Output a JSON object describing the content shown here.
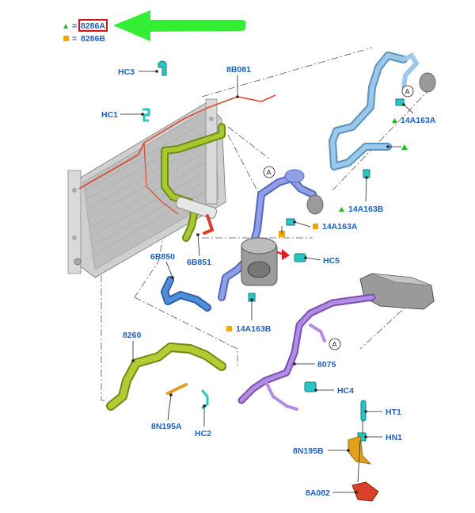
{
  "legend": {
    "items": [
      {
        "symbol": "triangle",
        "equals": "=",
        "code": "8286A",
        "highlighted": true
      },
      {
        "symbol": "square",
        "equals": "=",
        "code": "8286B",
        "highlighted": false
      }
    ]
  },
  "colors": {
    "label": "#1f5fbf",
    "triangle": "#22bb22",
    "square": "#f5a500",
    "arrow": "#33ee33",
    "highlight": "#dd1111",
    "radiator": "#c8c8c8",
    "hose_green": "#9ab82a",
    "hose_lightblue": "#8cc0e6",
    "hose_blue": "#7f92dc",
    "hose_darkblue": "#3f7fd0",
    "hose_purple": "#a27ad6",
    "wire_red": "#d84a2a",
    "clip_teal": "#29c4c4",
    "bracket_orange": "#e3a01b",
    "bracket_red": "#d8402a"
  },
  "labels": {
    "hc3": "HC3",
    "8b081": "8B081",
    "hc1": "HC1",
    "14a163a_top": "14A163A",
    "14a163b_top": "14A163B",
    "14a163a_mid": "14A163A",
    "hc5": "HC5",
    "6b850": "6B850",
    "6b851": "6B851",
    "14a163b_low": "14A163B",
    "8260": "8260",
    "8n195a": "8N195A",
    "hc2": "HC2",
    "8075": "8075",
    "hc4": "HC4",
    "ht1": "HT1",
    "hn1": "HN1",
    "8n195b": "8N195B",
    "8a082": "8A082"
  },
  "callouts": {
    "a1": "A",
    "a2": "A",
    "a3": "A"
  }
}
